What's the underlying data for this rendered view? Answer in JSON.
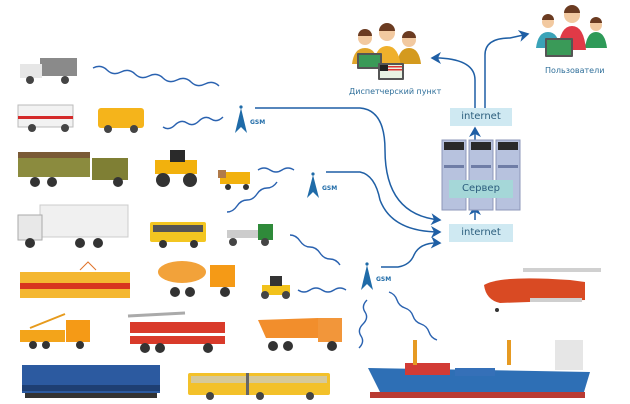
{
  "labels": {
    "dispatcher": "Диспетчерский пункт",
    "users": "Пользователи",
    "internet_top": "internet",
    "internet_bottom": "internet",
    "server": "Сервер",
    "gsm_1": "GSM",
    "gsm_2": "GSM",
    "gsm_3": "GSM"
  },
  "vehicles": [
    "van",
    "ambulance",
    "utility-van",
    "army-truck",
    "tractor",
    "forklift",
    "box-truck",
    "bus",
    "flatbed-truck",
    "tram",
    "cement-mixer",
    "road-roller",
    "crane-truck",
    "fire-truck",
    "dump-truck",
    "locomotive",
    "articulated-bus",
    "airplane",
    "cargo-ship"
  ],
  "colors": {
    "link": "#1f5fa5",
    "box": "#cfe9f2",
    "box_text": "#2c5e7d",
    "label": "#2f6f9a"
  }
}
